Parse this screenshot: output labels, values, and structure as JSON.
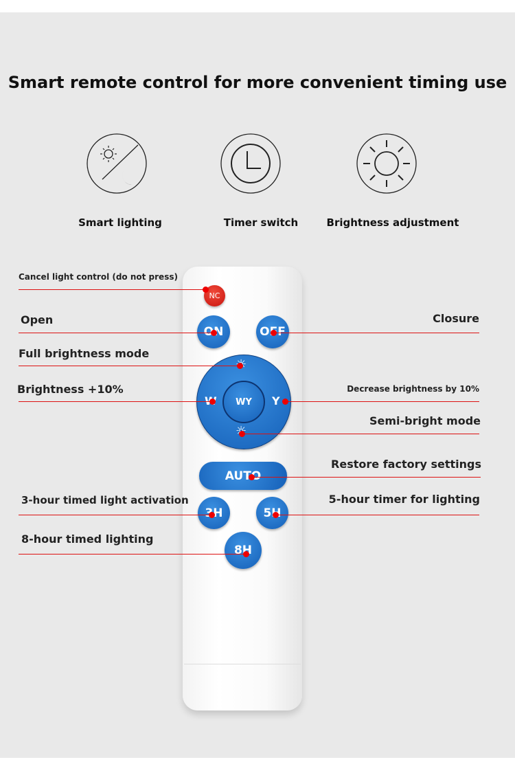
{
  "title": "Smart remote control for more convenient timing use",
  "features": [
    {
      "label": "Smart lighting",
      "icon": "sun-moon-icon"
    },
    {
      "label": "Timer switch",
      "icon": "clock-icon"
    },
    {
      "label": "Brightness adjustment",
      "icon": "sun-icon"
    }
  ],
  "remote": {
    "nc": "NC",
    "on": "ON",
    "off": "OFF",
    "w": "W",
    "y": "Y",
    "center": "WY",
    "auto": "AUTO",
    "h3": "3H",
    "h5": "5H",
    "h8": "8H"
  },
  "labels": {
    "cancel": "Cancel light control (do not press)",
    "open": "Open",
    "closure": "Closure",
    "full": "Full brightness mode",
    "plus": "Brightness +10%",
    "minus": "Decrease brightness by 10%",
    "semi": "Semi-bright mode",
    "restore": "Restore factory settings",
    "three": "3-hour timed light activation",
    "five": "5-hour timer for lighting",
    "eight": "8-hour timed lighting"
  },
  "colors": {
    "button_blue": "#1a6cc8",
    "nc_red": "#e0201a",
    "pointer": "#dd1111"
  }
}
